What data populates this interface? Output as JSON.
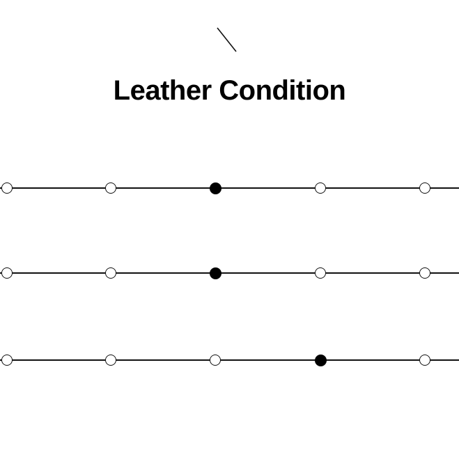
{
  "title": "Leather Condition",
  "scale_points": 5,
  "rows": [
    {
      "selected_index": 2
    },
    {
      "selected_index": 2
    },
    {
      "selected_index": 3
    }
  ],
  "colors": {
    "background": "#ffffff",
    "ink": "#000000"
  },
  "icons": {
    "decorative_mark": "slash-icon"
  }
}
